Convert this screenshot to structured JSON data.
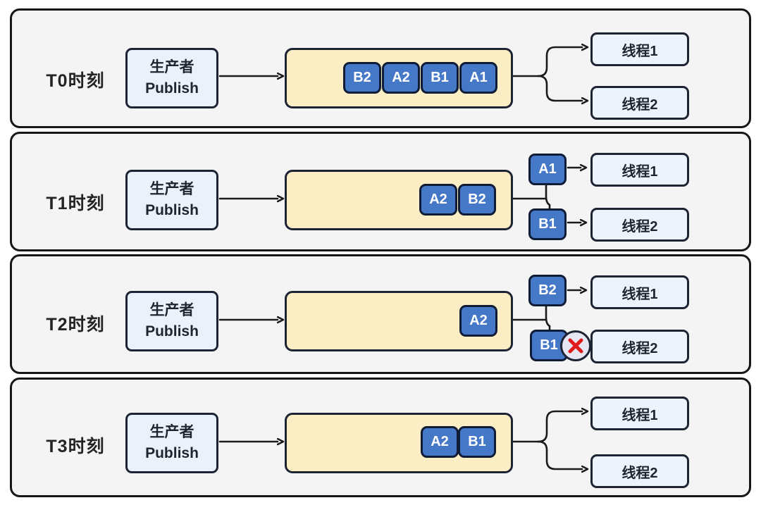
{
  "colors": {
    "page_background": "#ffffff",
    "panel_fill": "#f4f4f4",
    "panel_border": "#161616",
    "producer_fill": "#ebf1fb",
    "queue_fill": "#fbeec5",
    "message_fill": "#4678c8",
    "message_text": "#ffffff",
    "thread_fill": "#edf3fc",
    "line_color": "#1a1a1a",
    "error_red": "#e01c1c",
    "error_circle_fill": "#e7e7f4"
  },
  "icons": {
    "error_cross": "✕",
    "connector_arrowhead": "open-chevron-right"
  },
  "panels": [
    {
      "label": "T0时刻",
      "producer_line1": "生产者",
      "producer_line2": "Publish",
      "queue_items": [
        "B2",
        "A2",
        "B1",
        "A1"
      ],
      "threads": [
        "线程1",
        "线程2"
      ]
    },
    {
      "label": "T1时刻",
      "producer_line1": "生产者",
      "producer_line2": "Publish",
      "queue_items": [
        "A2",
        "B2"
      ],
      "inflight": [
        "A1",
        "B1"
      ],
      "threads": [
        "线程1",
        "线程2"
      ]
    },
    {
      "label": "T2时刻",
      "producer_line1": "生产者",
      "producer_line2": "Publish",
      "queue_items": [
        "A2"
      ],
      "inflight": [
        "B2",
        "B1"
      ],
      "threads": [
        "线程1",
        "线程2"
      ]
    },
    {
      "label": "T3时刻",
      "producer_line1": "生产者",
      "producer_line2": "Publish",
      "queue_items": [
        "A2",
        "B1"
      ],
      "threads": [
        "线程1",
        "线程2"
      ]
    }
  ]
}
